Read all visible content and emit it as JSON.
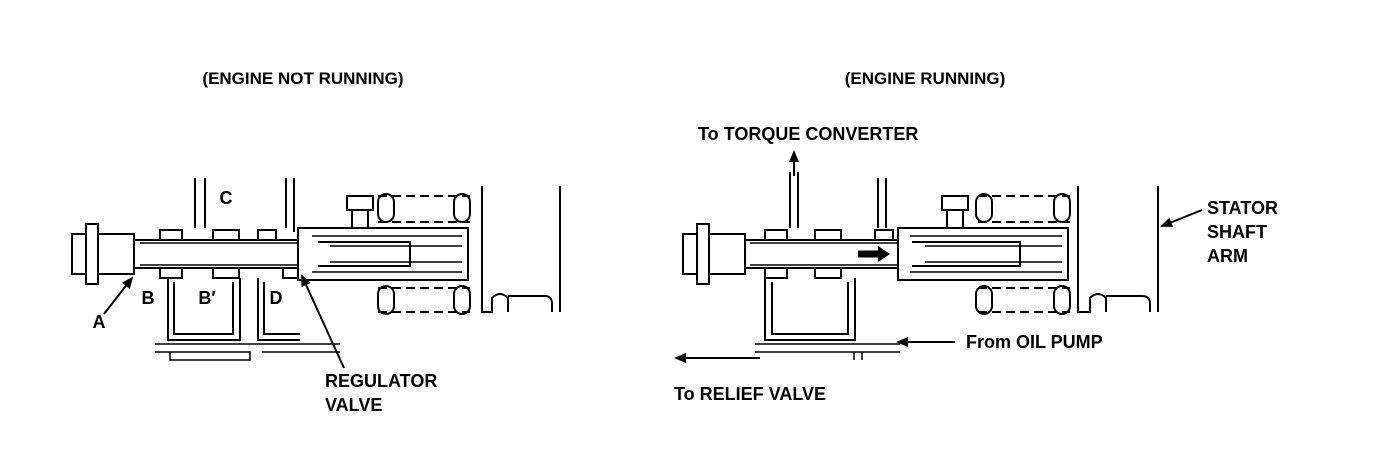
{
  "left": {
    "title": "(ENGINE NOT RUNNING)",
    "labels": {
      "a": "A",
      "b": "B",
      "b_prime": "B′",
      "c": "C",
      "d": "D",
      "regulator_line1": "REGULATOR",
      "regulator_line2": "VALVE"
    }
  },
  "right": {
    "title": "(ENGINE RUNNING)",
    "labels": {
      "torque_converter": "To TORQUE CONVERTER",
      "stator_line1": "STATOR",
      "stator_line2": "SHAFT",
      "stator_line3": "ARM",
      "oil_pump": "From OIL PUMP",
      "relief_valve": "To RELIEF VALVE"
    }
  }
}
